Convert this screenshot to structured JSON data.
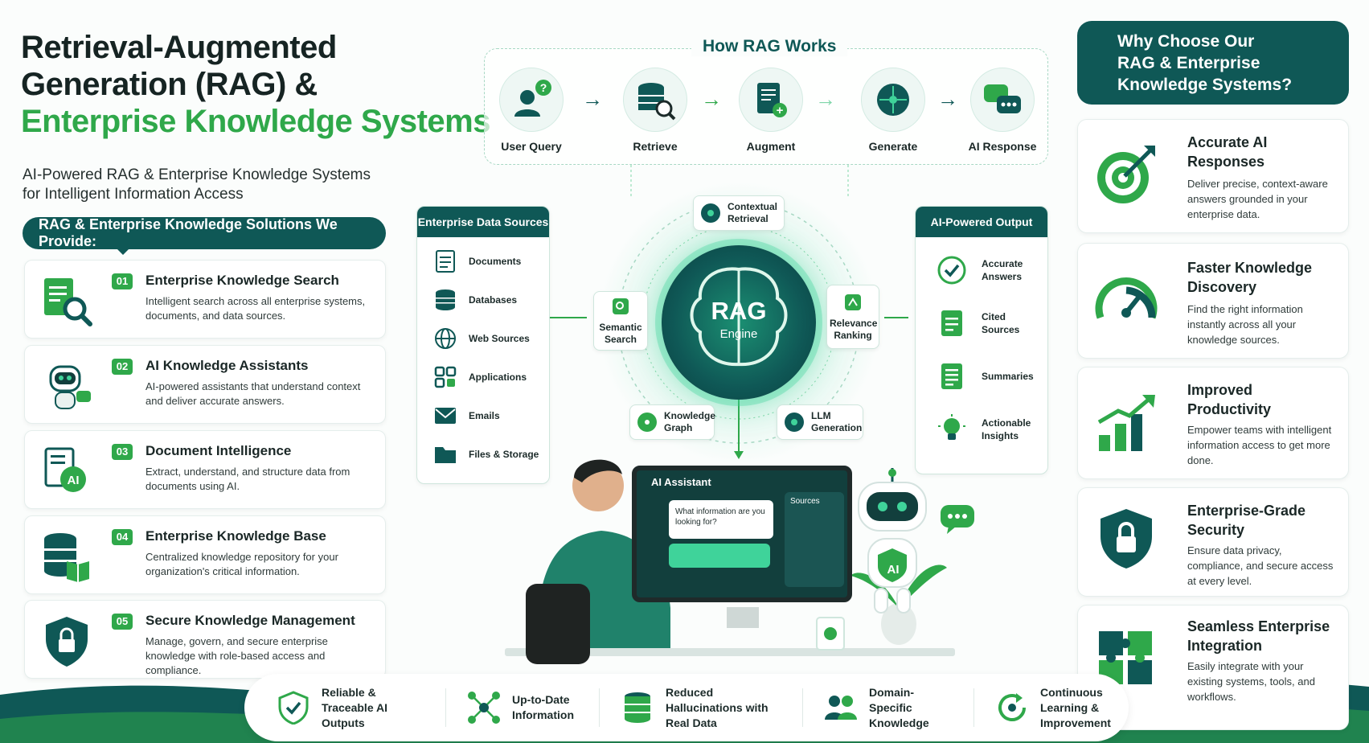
{
  "header": {
    "title_line1": "Retrieval-Augmented",
    "title_line2": "Generation (RAG) &",
    "title_line3": "Enterprise Knowledge Systems",
    "subtitle_line1": "AI-Powered RAG & Enterprise Knowledge Systems",
    "subtitle_line2": "for Intelligent Information Access"
  },
  "solutions": {
    "heading": "RAG & Enterprise Knowledge Solutions We Provide:",
    "items": [
      {
        "num": "01",
        "title": "Enterprise Knowledge Search",
        "desc": "Intelligent search across all enterprise systems, documents, and data sources.",
        "icon": "document-search-icon"
      },
      {
        "num": "02",
        "title": "AI Knowledge Assistants",
        "desc": "AI-powered assistants that understand context and deliver accurate answers.",
        "icon": "robot-assistant-icon"
      },
      {
        "num": "03",
        "title": "Document Intelligence",
        "desc": "Extract, understand, and structure data from documents using AI.",
        "icon": "ai-document-icon"
      },
      {
        "num": "04",
        "title": "Enterprise Knowledge Base",
        "desc": "Centralized knowledge repository for your organization's critical information.",
        "icon": "database-book-icon"
      },
      {
        "num": "05",
        "title": "Secure Knowledge Management",
        "desc": "Manage, govern, and secure enterprise knowledge with role-based access and compliance.",
        "icon": "shield-lock-icon"
      }
    ]
  },
  "how": {
    "title": "How RAG Works",
    "steps": [
      {
        "label": "User Query",
        "icon": "user-question-icon"
      },
      {
        "label": "Retrieve",
        "icon": "database-search-icon"
      },
      {
        "label": "Augment",
        "icon": "document-plus-icon"
      },
      {
        "label": "Generate",
        "icon": "brain-circuit-icon"
      },
      {
        "label": "AI Response",
        "icon": "chat-bubbles-icon"
      }
    ]
  },
  "sources": {
    "title": "Enterprise Data Sources",
    "items": [
      "Documents",
      "Databases",
      "Web Sources",
      "Applications",
      "Emails",
      "Files & Storage"
    ]
  },
  "output": {
    "title": "AI-Powered Output",
    "items": [
      "Accurate Answers",
      "Cited Sources",
      "Summaries",
      "Actionable Insights"
    ]
  },
  "engine": {
    "name": "RAG",
    "sub": "Engine",
    "contextual": "Contextual Retrieval",
    "semantic": "Semantic Search",
    "relevance": "Relevance Ranking",
    "graph": "Knowledge Graph",
    "llm": "LLM Generation"
  },
  "assistant": {
    "title": "AI Assistant",
    "question": "What information are you looking for?",
    "sources_label": "Sources",
    "badge": "AI"
  },
  "why": {
    "heading_line1": "Why Choose Our",
    "heading_line2": "RAG & Enterprise",
    "heading_line3": "Knowledge Systems?",
    "items": [
      {
        "title": "Accurate AI Responses",
        "desc": "Deliver precise, context-aware answers grounded in your enterprise data.",
        "icon": "target-icon"
      },
      {
        "title": "Faster Knowledge Discovery",
        "desc": "Find the right information instantly across all your knowledge sources.",
        "icon": "speedometer-icon"
      },
      {
        "title": "Improved Productivity",
        "desc": "Empower teams with intelligent information access to get more done.",
        "icon": "growth-chart-icon"
      },
      {
        "title": "Enterprise-Grade Security",
        "desc": "Ensure data privacy, compliance, and secure access at every level.",
        "icon": "shield-lock-icon"
      },
      {
        "title": "Seamless Enterprise Integration",
        "desc": "Easily integrate with your existing systems, tools, and workflows.",
        "icon": "puzzle-icon"
      }
    ]
  },
  "benefits": [
    {
      "label": "Reliable & Traceable AI Outputs",
      "icon": "shield-check-icon"
    },
    {
      "label": "Up-to-Date Information",
      "icon": "network-icon"
    },
    {
      "label": "Reduced Hallucinations with Real Data",
      "icon": "database-icon"
    },
    {
      "label": "Domain-Specific Knowledge",
      "icon": "users-icon"
    },
    {
      "label": "Continuous Learning & Improvement",
      "icon": "refresh-icon"
    }
  ],
  "colors": {
    "teal": "#0f5856",
    "green": "#2fa84a",
    "mint": "#3fd39a"
  }
}
